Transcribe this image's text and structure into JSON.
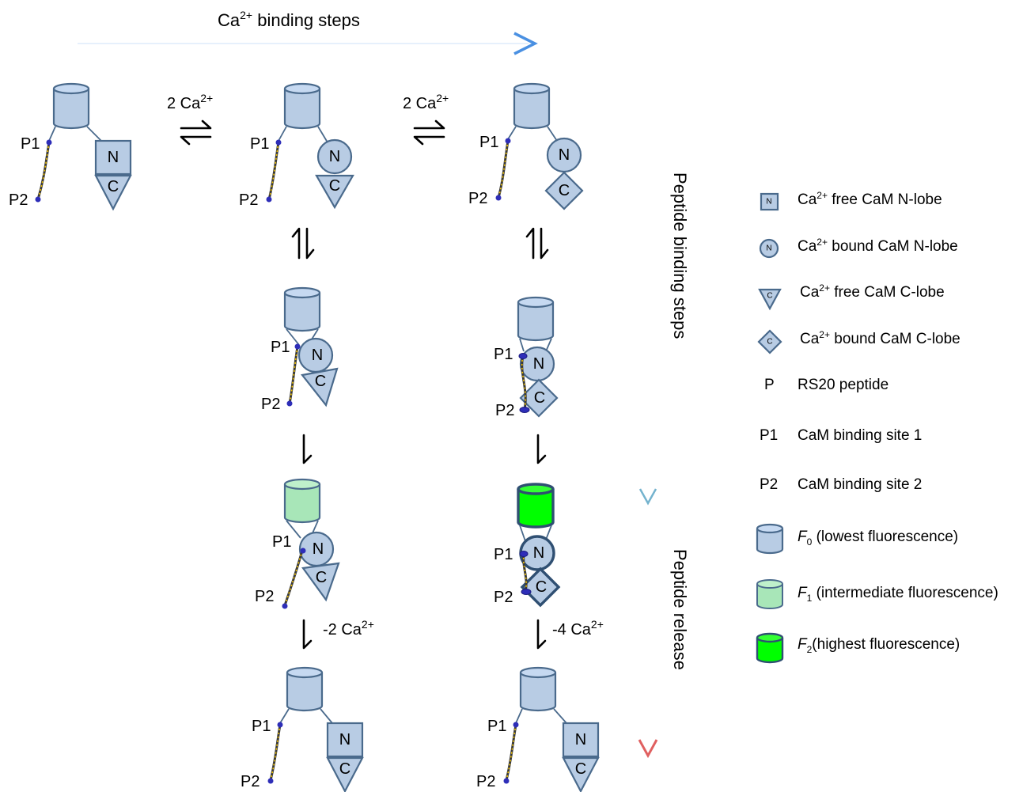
{
  "colors": {
    "lobe_fill": "#b8cce4",
    "lobe_stroke": "#4a6a8c",
    "f0_fill": "#c6d9f1",
    "f1_fill": "#a8e6b8",
    "f2_fill": "#00ff00",
    "site_color": "#2e2eb8",
    "peptide_color": "#f2c200",
    "ca_arrow": "#4a90e2",
    "peptide_binding_arrow": "#9bcfb0",
    "peptide_release_arrow": "#e07070"
  },
  "header": {
    "ca_binding_label": "Ca",
    "ca_binding_sup": "2+",
    "ca_binding_suffix": " binding steps"
  },
  "side_labels": {
    "peptide_binding": "Peptide binding steps",
    "peptide_release": "Peptide release"
  },
  "steps": {
    "ca_step1": {
      "prefix": "2 Ca",
      "sup": "2+"
    },
    "ca_step2": {
      "prefix": "2 Ca",
      "sup": "2+"
    },
    "release1": {
      "prefix": "-2 Ca",
      "sup": "2+"
    },
    "release2": {
      "prefix": "-4 Ca",
      "sup": "2+"
    }
  },
  "labels": {
    "p1": "P1",
    "p2": "P2",
    "n": "N",
    "c": "C"
  },
  "legend": {
    "n_free": {
      "prefix": "Ca",
      "sup": "2+",
      "suffix": " free CaM N-lobe",
      "icon": "N"
    },
    "n_bound": {
      "prefix": "Ca",
      "sup": "2+",
      "suffix": " bound CaM N-lobe",
      "icon": "N"
    },
    "c_free": {
      "prefix": "Ca",
      "sup": "2+",
      "suffix": " free CaM C-lobe",
      "icon": "C"
    },
    "c_bound": {
      "prefix": "Ca",
      "sup": "2+",
      "suffix": " bound CaM C-lobe",
      "icon": "C"
    },
    "peptide": {
      "symbol": "P",
      "text": "RS20 peptide"
    },
    "site1": {
      "symbol": "P1",
      "text": "CaM binding site 1"
    },
    "site2": {
      "symbol": "P2",
      "text": "CaM binding site 2"
    },
    "f0": {
      "var": "F",
      "sub": "0",
      "text": " (lowest fluorescence)"
    },
    "f1": {
      "var": "F",
      "sub": "1",
      "text": " (intermediate fluorescence)"
    },
    "f2": {
      "var": "F",
      "sub": "2",
      "text": "(highest fluorescence)"
    }
  }
}
